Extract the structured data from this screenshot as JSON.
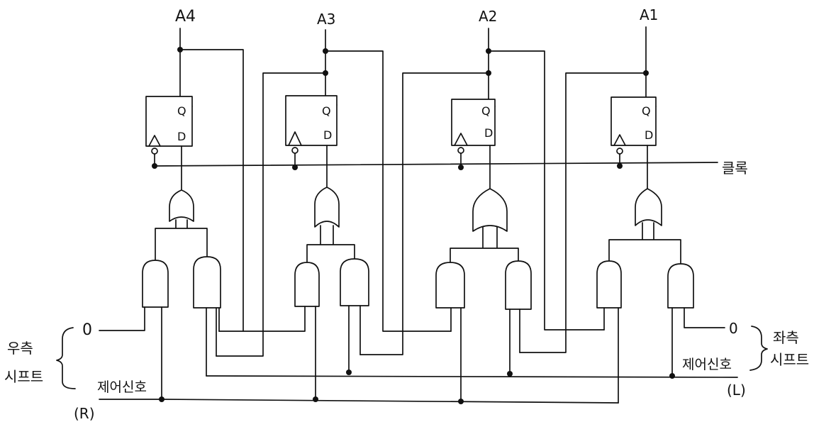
{
  "outputs": [
    "A4",
    "A3",
    "A2",
    "A1"
  ],
  "flipflop": {
    "q_label": "Q",
    "d_label": "D"
  },
  "clock_label": "클록",
  "left_input": {
    "value": "0",
    "group_label_1": "우측",
    "group_label_2": "시프트",
    "control_label": "제어신호",
    "tag": "(R)"
  },
  "right_input": {
    "value": "0",
    "group_label_1": "좌측",
    "group_label_2": "시프트",
    "control_label": "제어신호",
    "tag": "(L)"
  }
}
